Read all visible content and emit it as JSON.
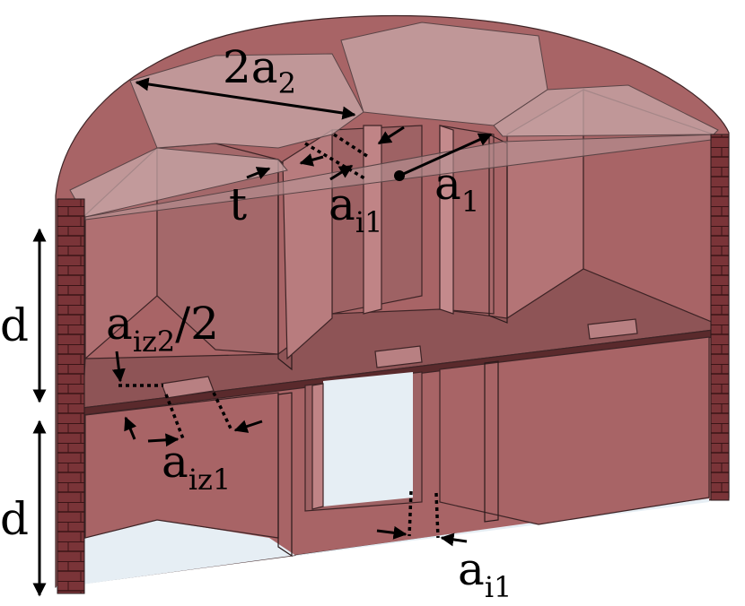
{
  "labels": {
    "two_a2": {
      "main": "2a",
      "sub": "2"
    },
    "t": {
      "main": "t"
    },
    "a_i1_top": {
      "main": "a",
      "sub": "i1"
    },
    "a1": {
      "main": "a",
      "sub": "1"
    },
    "d_upper": {
      "main": "d"
    },
    "d_lower": {
      "main": "d"
    },
    "a_iz2_half": {
      "main": "a",
      "sub": "iz2",
      "suffix": "/2"
    },
    "a_iz1": {
      "main": "a",
      "sub": "iz1"
    },
    "a_i1_bottom": {
      "main": "a",
      "sub": "i1"
    }
  },
  "colors": {
    "wall": "#a86466",
    "wall_dark": "#7a4446",
    "wall_light": "#c09092",
    "top_glass": "#c8a8aa",
    "brick": "#7a3438",
    "edge": "#2a1a1b",
    "floor": "#e6eef4"
  }
}
